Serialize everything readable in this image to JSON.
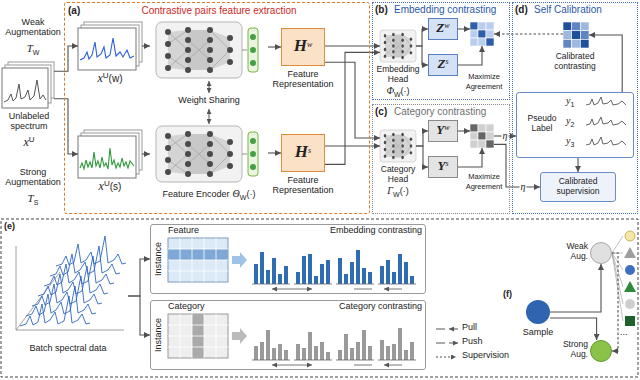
{
  "diagram": {
    "nodes": [
      {
        "text": [
          "(a)",
          "Contrastive pairs feature extraction"
        ]
      },
      {
        "text": [
          "Unlabeled spectrum",
          "x",
          "U"
        ]
      },
      {
        "text": [
          "x",
          "U",
          "(w)"
        ],
        "in": 0
      },
      {
        "text": [
          "x",
          "U",
          "(s)"
        ],
        "in": 0
      },
      {
        "text": [
          "Weight Sharing",
          "Feature Encoder",
          "Θ",
          "W",
          "(·)"
        ],
        "in": 0
      },
      {
        "text": [
          "H",
          "w",
          "Feature Representation"
        ],
        "in": 0
      },
      {
        "text": [
          "H",
          "s",
          "Feature Representation"
        ],
        "in": 0
      },
      {
        "text": [
          "(b)",
          "Embedding contrasting"
        ]
      },
      {
        "text": [
          "Embedding Head",
          "Φ",
          "W",
          "(·)"
        ],
        "in": 7
      },
      {
        "text": [
          "Z",
          "w"
        ],
        "in": 7
      },
      {
        "text": [
          "Z",
          "s"
        ],
        "in": 7
      },
      {
        "text": [
          "Maximize Agreement"
        ],
        "in": 7
      },
      {
        "text": [
          "(c)",
          "Category contrasting"
        ]
      },
      {
        "text": [
          "Category Head",
          "Γ",
          "W",
          "(·)"
        ],
        "in": 12
      },
      {
        "text": [
          "Y",
          "w"
        ],
        "in": 12
      },
      {
        "text": [
          "Y",
          "s"
        ],
        "in": 12
      },
      {
        "text": [
          "Maximize Agreement"
        ],
        "in": 12
      },
      {
        "text": [
          "(d)",
          "Self Calibration"
        ]
      },
      {
        "text": [
          "Calibrated contrasting"
        ],
        "in": 17
      },
      {
        "text": [
          "Pseudo Label",
          "y",
          "1",
          "y",
          "2",
          "y",
          "3"
        ],
        "in": 17
      },
      {
        "text": [
          "Calibrated supervision"
        ],
        "in": 17
      },
      {
        "text": [
          "Batch spectral data"
        ]
      },
      {
        "text": [
          "Feature",
          "Instance",
          "Embedding contrasting"
        ]
      },
      {
        "text": [
          "Category",
          "Instance",
          "Category contrasting"
        ]
      },
      {
        "text": [
          "Sample"
        ]
      },
      {
        "text": [
          "Weak Aug."
        ]
      },
      {
        "text": [
          "Strong Aug."
        ]
      }
    ],
    "edges": [
      {
        "from": 1,
        "to": 2,
        "arrow": "to"
      },
      {
        "from": 1,
        "to": 3,
        "arrow": "to"
      },
      {
        "from": 2,
        "to": 4,
        "arrow": "to"
      },
      {
        "from": 3,
        "to": 4,
        "arrow": "to"
      },
      {
        "from": 4,
        "to": 5,
        "arrow": "to"
      },
      {
        "from": 4,
        "to": 6,
        "arrow": "to"
      },
      {
        "from": 5,
        "to": 8,
        "arrow": "to"
      },
      {
        "from": 6,
        "to": 8,
        "arrow": "to"
      },
      {
        "from": 5,
        "to": 13,
        "arrow": "to"
      },
      {
        "from": 6,
        "to": 13,
        "arrow": "to"
      },
      {
        "from": 8,
        "to": 9,
        "arrow": "to"
      },
      {
        "from": 8,
        "to": 10,
        "arrow": "to"
      },
      {
        "from": 9,
        "to": 11,
        "arrow": "to"
      },
      {
        "from": 10,
        "to": 11,
        "arrow": "to"
      },
      {
        "from": 13,
        "to": 14,
        "arrow": "to"
      },
      {
        "from": 13,
        "to": 15,
        "arrow": "to"
      },
      {
        "from": 14,
        "to": 16,
        "arrow": "to"
      },
      {
        "from": 15,
        "to": 16,
        "arrow": "to"
      },
      {
        "from": 16,
        "to": 19,
        "label": "η",
        "arrow": "to"
      },
      {
        "from": 16,
        "to": 20,
        "label": "η",
        "arrow": "to"
      },
      {
        "from": 18,
        "to": 11,
        "arrow": "to"
      },
      {
        "from": 19,
        "to": 18,
        "arrow": "to"
      },
      {
        "from": 19,
        "to": 20,
        "arrow": "to"
      },
      {
        "from": 21,
        "to": 22,
        "arrow": "to"
      },
      {
        "from": 21,
        "to": 23,
        "arrow": "to"
      },
      {
        "from": 24,
        "to": 25,
        "arrow": "to"
      },
      {
        "from": 24,
        "to": 26,
        "arrow": "to"
      },
      {
        "from": 25,
        "to": 26,
        "arrow": "to"
      }
    ],
    "labels": [
      "Weak Augmentation",
      "T",
      "W",
      "Strong Augmentation",
      "T",
      "S",
      "(e)",
      "(f)",
      "..."
    ],
    "legend": [
      {
        "text": "Pull"
      },
      {
        "text": "Push"
      },
      {
        "text": "Supervision"
      }
    ]
  }
}
